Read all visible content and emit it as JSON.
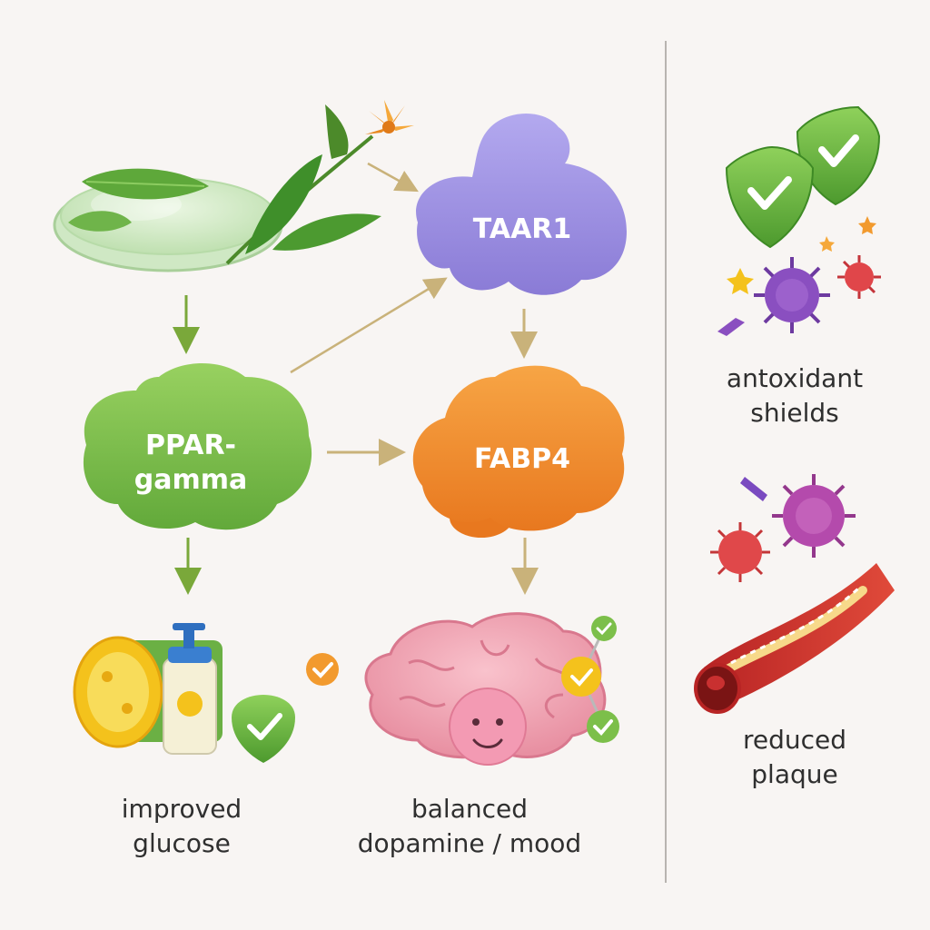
{
  "nodes": {
    "taar1": "TAAR1",
    "ppar_line1": "PPAR-",
    "ppar_line2": "gamma",
    "fabp4": "FABP4"
  },
  "outcomes": {
    "glucose_line1": "improved",
    "glucose_line2": "glucose",
    "mood_line1": "balanced",
    "mood_line2": "dopamine / mood",
    "antioxidant_line1": "antoxidant",
    "antioxidant_line2": "shields",
    "plaque_line1": "reduced",
    "plaque_line2": "plaque"
  },
  "icons": {
    "herb": "petri-dish-with-tea-leaves-and-flower-icon",
    "glucose": "fruit-and-pump-bottle-icon",
    "mood": "smiling-brain-icon",
    "antioxidant": "shields-and-virus-icon",
    "plaque": "artery-with-plaque-icon"
  },
  "colors": {
    "taar1": "#9b8fe0",
    "ppar": "#7cbf4a",
    "fabp4": "#f08a2a",
    "arrow_green": "#7aa83a",
    "arrow_tan": "#c9b27a",
    "divider": "#b8b4b0"
  }
}
